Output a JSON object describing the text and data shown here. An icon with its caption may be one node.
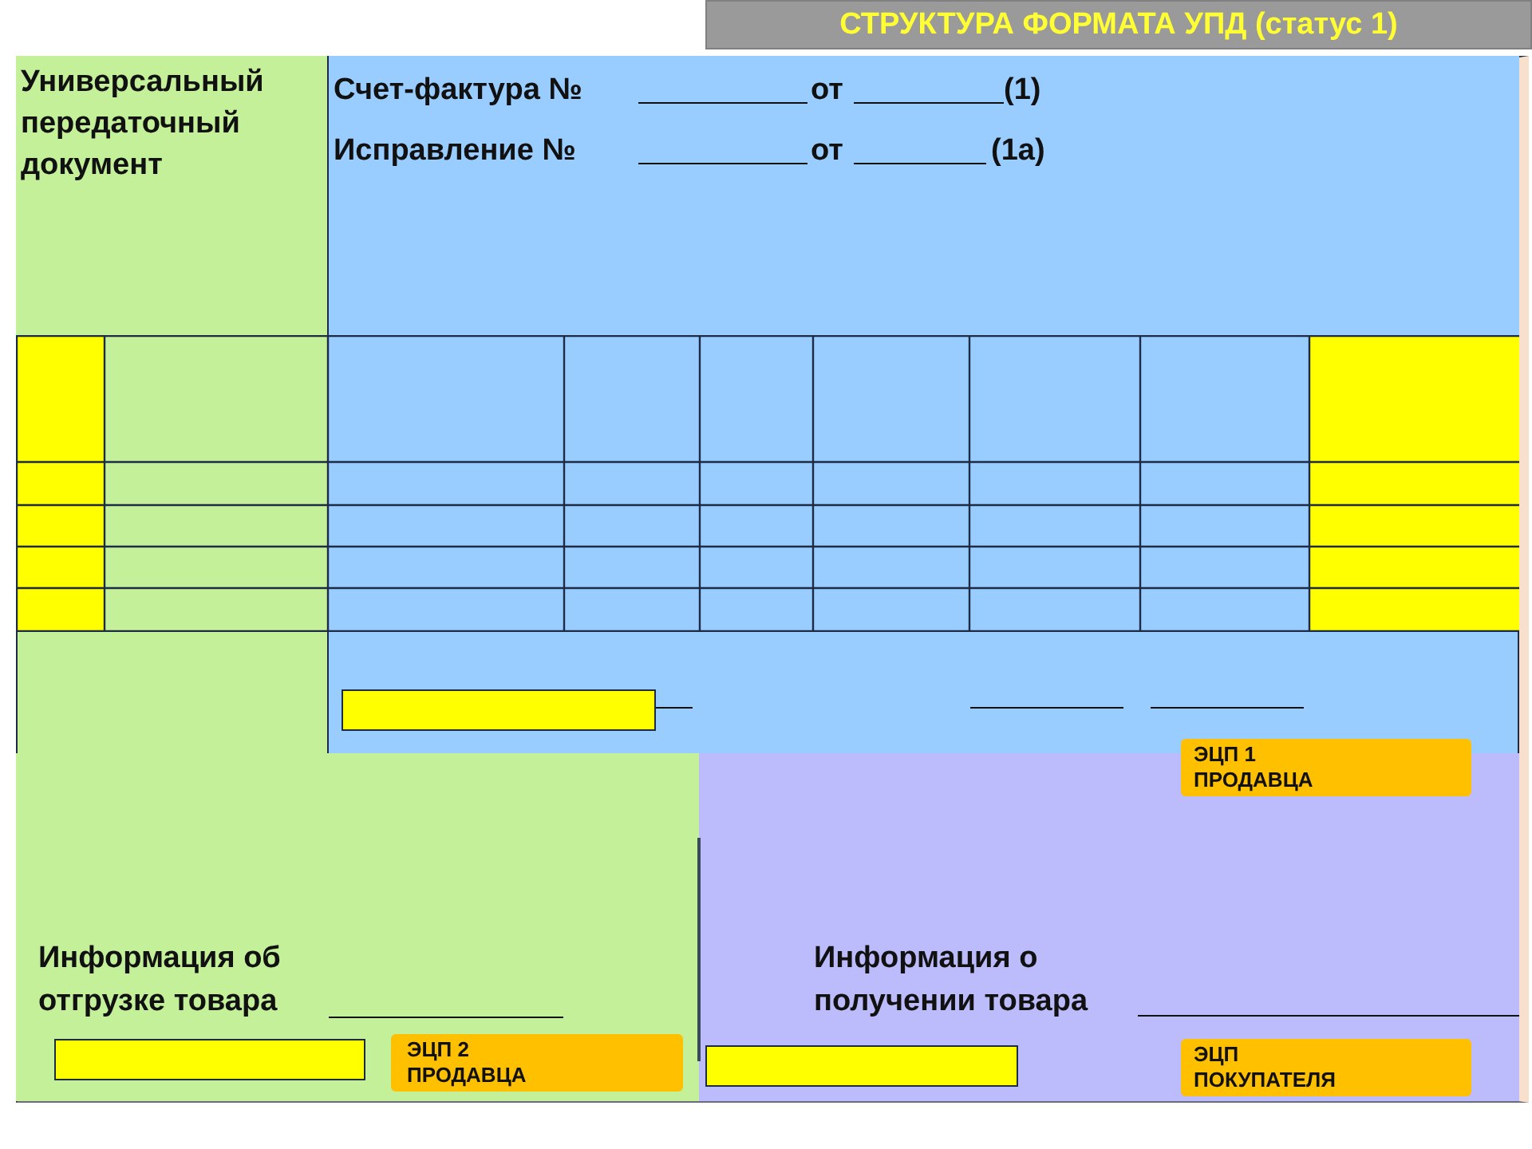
{
  "diagram": {
    "title": "СТРУКТУРА ФОРМАТА УПД (статус 1)",
    "nodes": [
      {
        "text": [
          "Универсальный передаточный документ"
        ]
      },
      {
        "text": [
          "Счет-фактура №",
          "от",
          "(1)",
          "Исправление №",
          "от",
          "(1а)"
        ]
      },
      {
        "text": [],
        "shape": "box"
      },
      {
        "text": [],
        "shape": "box",
        "in": 2
      },
      {
        "text": [
          "ЭЦП 1 ПРОДАВЦА"
        ]
      },
      {
        "text": [
          "Информация об отгрузке товара"
        ]
      },
      {
        "text": [],
        "shape": "box",
        "in": 5
      },
      {
        "text": [
          "ЭЦП 2 ПРОДАВЦА"
        ],
        "in": 5
      },
      {
        "text": [
          "Информация о получении товара"
        ]
      },
      {
        "text": [],
        "shape": "box",
        "in": 8
      },
      {
        "text": [
          "ЭЦП ПОКУПАТЕЛЯ"
        ],
        "in": 8
      }
    ]
  }
}
